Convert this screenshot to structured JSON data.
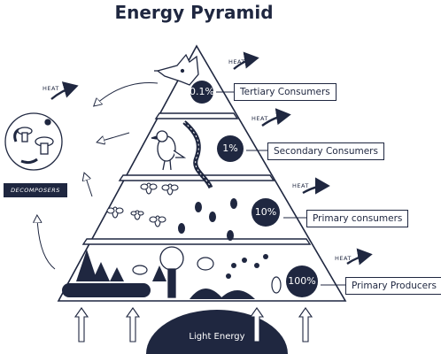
{
  "title": "Energy Pyramid",
  "levels": [
    {
      "label": "Tertiary Consumers",
      "percent": "0.1%"
    },
    {
      "label": "Secondary Consumers",
      "percent": "1%"
    },
    {
      "label": "Primary consumers",
      "percent": "10%"
    },
    {
      "label": "Primary Producers",
      "percent": "100%"
    }
  ],
  "heat_label": "HEAT",
  "decomposers_label": "DECOMPOSERS",
  "light_label": "Light Energy",
  "colors": {
    "ink": "#1f2740",
    "background": "#ffffff"
  }
}
